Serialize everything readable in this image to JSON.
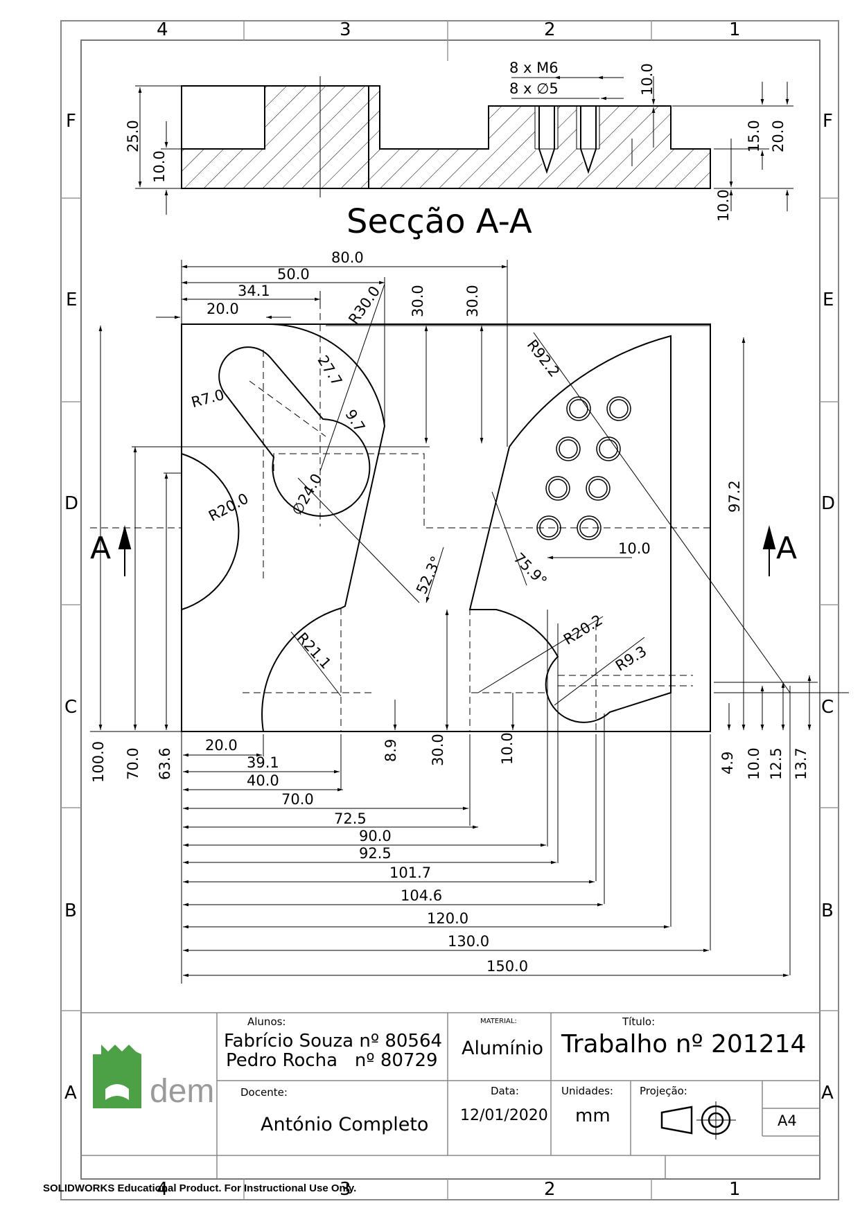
{
  "zones": {
    "columns": [
      "4",
      "3",
      "2",
      "1"
    ],
    "rows": [
      "F",
      "E",
      "D",
      "C",
      "B",
      "A"
    ]
  },
  "section": {
    "title": "Secção A-A",
    "dims": {
      "thread": "8 x M6",
      "hole": "8 x ∅5",
      "d_10a": "10.0",
      "d_25": "25.0",
      "d_10b": "10.0",
      "d_15": "15.0",
      "d_20": "20.0",
      "d_10c": "10.0"
    }
  },
  "section_mark": {
    "left": "A",
    "right": "A"
  },
  "plan_dims": {
    "top": [
      "80.0",
      "50.0",
      "34.1",
      "20.0",
      "R30.0",
      "30.0",
      "30.0"
    ],
    "feature": [
      "R7.0",
      "27.7",
      "9.7",
      "R20.0",
      "∅24.0",
      "R92.2",
      "97.2",
      "52.3°",
      "75.9°",
      "10.0",
      "R21.1",
      "R20.2",
      "R9.3"
    ],
    "left": [
      "100.0",
      "70.0",
      "63.6"
    ],
    "mid_vertical": [
      "8.9",
      "30.0",
      "10.0"
    ],
    "right_vertical": [
      "4.9",
      "10.0",
      "12.5",
      "13.7"
    ],
    "bottom": [
      "20.0",
      "39.1",
      "40.0",
      "70.0",
      "72.5",
      "90.0",
      "92.5",
      "101.7",
      "104.6",
      "120.0",
      "130.0",
      "150.0"
    ]
  },
  "title_block": {
    "students_label": "Alunos:",
    "student_1": "Fabrício Souza nº 80564",
    "student_2": "Pedro Rocha   nº 80729",
    "material_label": "MATERIAL:",
    "material": "Alumínio",
    "title_label": "Título:",
    "title": "Trabalho nº 201214",
    "teacher_label": "Docente:",
    "teacher": "António Completo",
    "date_label": "Data:",
    "date": "12/01/2020",
    "units_label": "Unidades:",
    "units": "mm",
    "projection_label": "Projeção:",
    "sheet_size": "A4",
    "logo_text": "dem"
  },
  "footer": "SOLIDWORKS Educational Product. For Instructional Use Only.",
  "colors": {
    "logo_green": "#4CA046",
    "logo_grey": "#9a9a9a",
    "line": "#000000"
  }
}
